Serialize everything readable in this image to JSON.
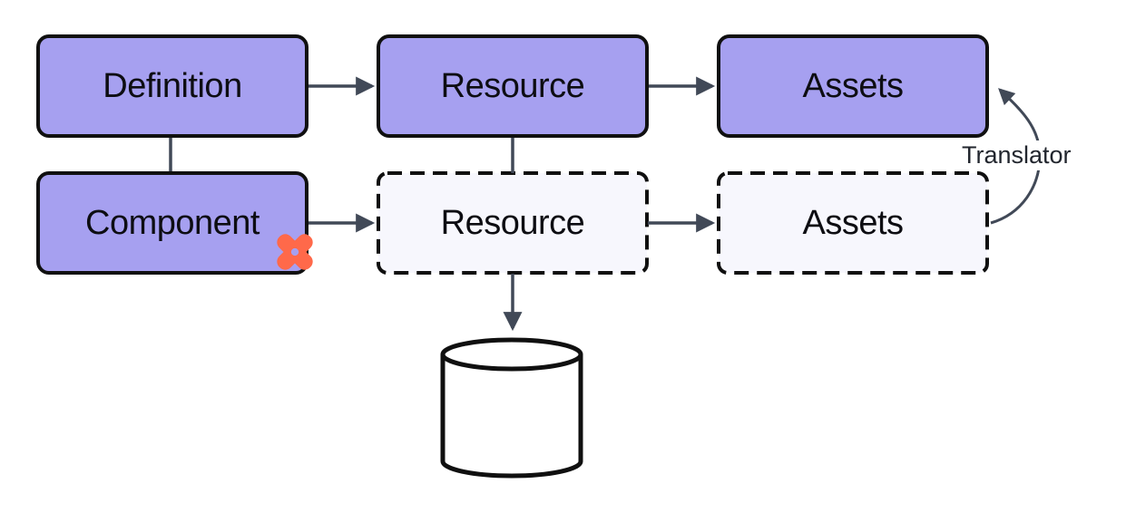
{
  "colors": {
    "canvas_bg": "#ffffff",
    "node_fill": "#a6a0f0",
    "draft_node_fill": "#f7f7fd",
    "node_border": "#101010",
    "node_text": "#0d0d12",
    "connector": "#414957",
    "edge_label_text": "#22262e",
    "dbt_orange": "#ff694a",
    "database_fill": "#ffffff"
  },
  "nodes": {
    "definition": {
      "label": "Definition"
    },
    "resource_published": {
      "label": "Resource"
    },
    "assets_published": {
      "label": "Assets"
    },
    "component": {
      "label": "Component"
    },
    "resource_draft": {
      "label": "Resource"
    },
    "assets_draft": {
      "label": "Assets"
    }
  },
  "edges": {
    "translator_label": "Translator"
  },
  "icons": {
    "dbt_logo": "dbt-pinwheel-x",
    "database": "database-cylinder"
  }
}
